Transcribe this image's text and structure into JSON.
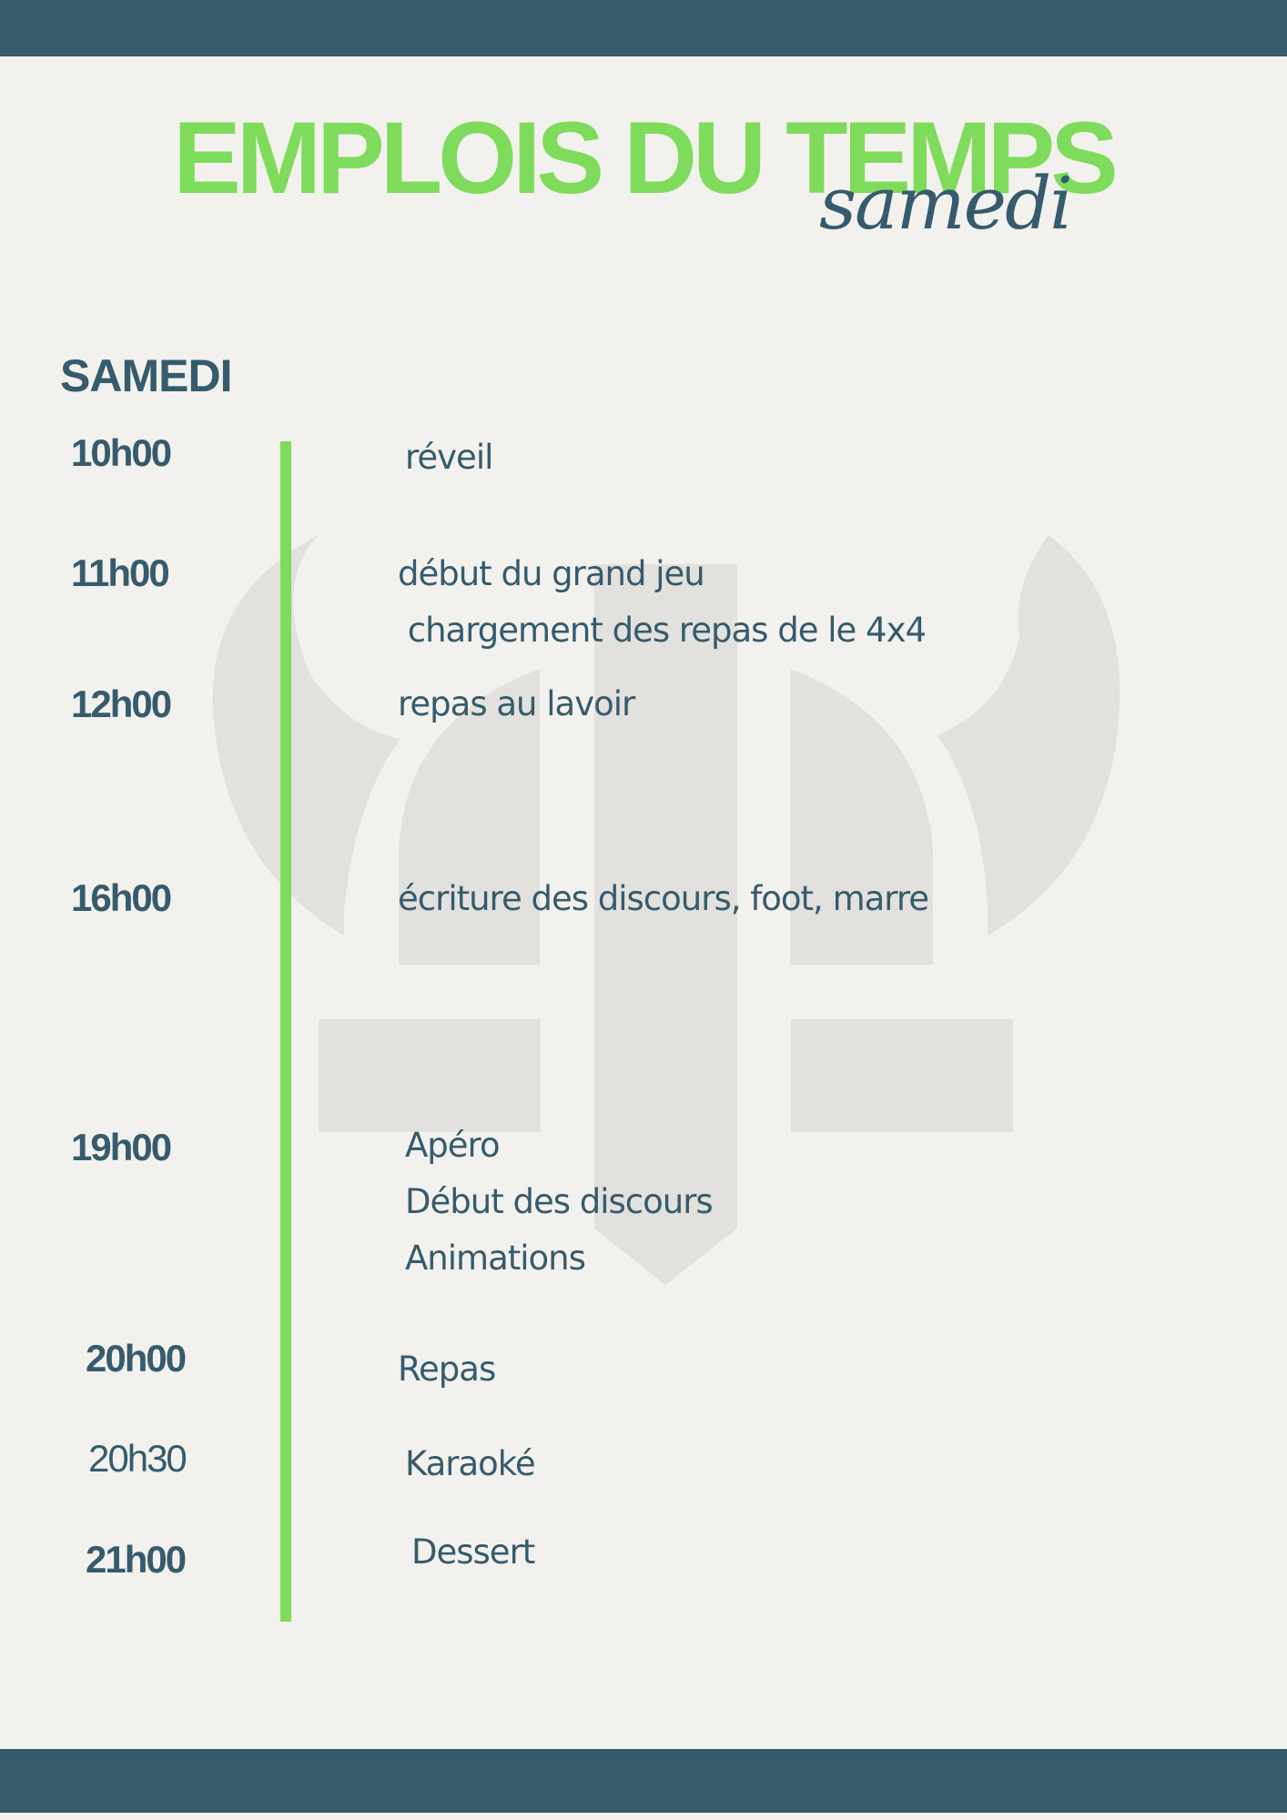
{
  "header": {
    "title": "EMPLOIS DU TEMPS",
    "subtitle": "samedi"
  },
  "colors": {
    "primary": "#355b6c",
    "accent": "#7fdb5c",
    "background": "#f2f1ed",
    "watermark": "#e2e1de"
  },
  "schedule": {
    "day": "SAMEDI",
    "entries": [
      {
        "time": "10h00",
        "events": [
          "réveil"
        ]
      },
      {
        "time": "11h00",
        "events": [
          "début du grand jeu",
          " chargement des repas de le 4x4"
        ]
      },
      {
        "time": "12h00",
        "events": [
          "repas au lavoir"
        ]
      },
      {
        "time": "16h00",
        "events": [
          "écriture des discours, foot, marre"
        ]
      },
      {
        "time": "19h00",
        "events": [
          "Apéro",
          "Début des discours",
          "Animations"
        ]
      },
      {
        "time": "20h00",
        "events": [
          "Repas"
        ]
      },
      {
        "time": "20h30",
        "events": [
          "Karaoké"
        ]
      },
      {
        "time": "21h00",
        "events": [
          "Dessert"
        ]
      }
    ]
  },
  "watermark_icon": "pitchfork-shield-logo"
}
